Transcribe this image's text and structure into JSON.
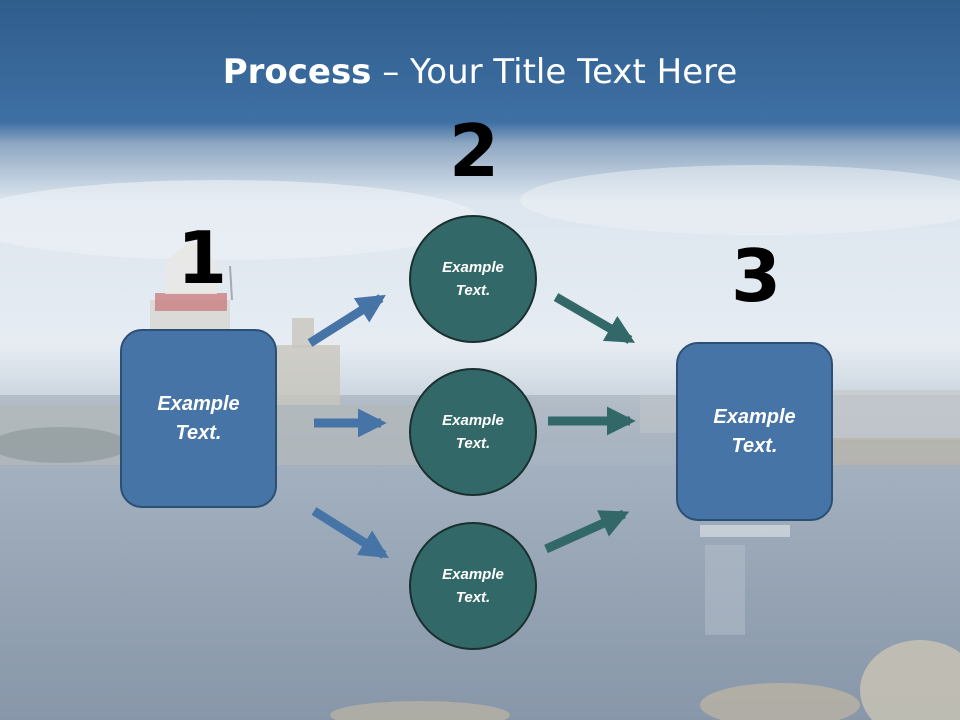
{
  "title": {
    "bold": "Process",
    "rest": " – Your Title Text Here"
  },
  "steps": [
    {
      "number": "1",
      "label": "Example\nText."
    },
    {
      "number": "2",
      "circles": [
        {
          "label": "Example\nText."
        },
        {
          "label": "Example\nText."
        },
        {
          "label": "Example\nText."
        }
      ]
    },
    {
      "number": "3",
      "label": "Example\nText."
    }
  ],
  "colors": {
    "box_fill": "#4674a6",
    "circle_fill": "#336868",
    "arrow_blue": "#4674a6",
    "arrow_teal": "#336868"
  }
}
